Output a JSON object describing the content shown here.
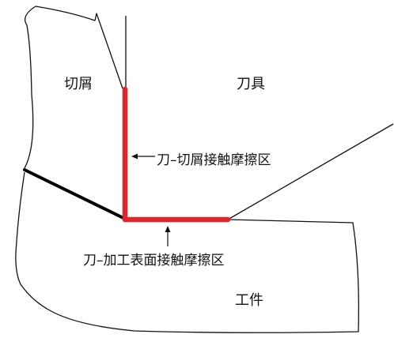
{
  "labels": {
    "chip": "切屑",
    "tool": "刀具",
    "workpiece": "工件",
    "tool_chip_zone": "刀–切屑接触摩擦区",
    "tool_surface_zone": "刀–加工表面接触摩擦区"
  },
  "colors": {
    "background": "#ffffff",
    "outline": "#111111",
    "friction_zone": "#e0262b",
    "shear_plane": "#000000"
  }
}
